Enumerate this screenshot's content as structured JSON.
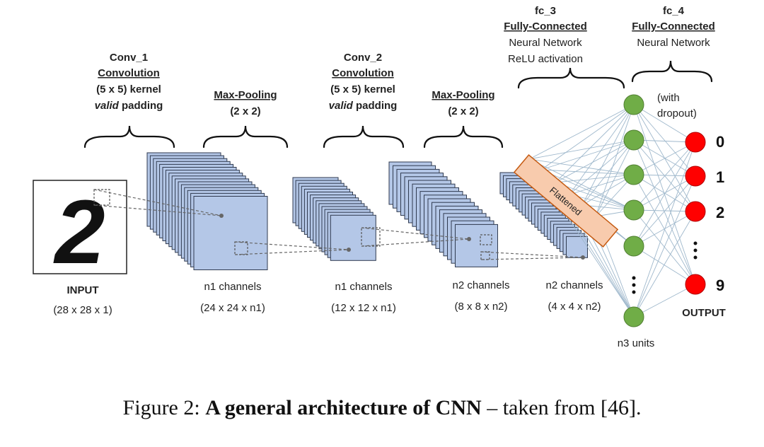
{
  "input": {
    "label": "INPUT",
    "dims": "(28 x 28 x 1)",
    "digit": "2"
  },
  "conv1": {
    "title": "Conv_1",
    "line1": "Convolution",
    "line2": "(5 x 5) kernel",
    "line3_italic": "valid",
    "line3_rest": " padding",
    "channels": "n1 channels",
    "dims": "(24 x 24 x n1)"
  },
  "pool1": {
    "title": "Max-Pooling",
    "size": "(2 x 2)",
    "channels": "n1 channels",
    "dims": "(12 x 12 x n1)"
  },
  "conv2": {
    "title": "Conv_2",
    "line1": "Convolution",
    "line2": "(5 x 5) kernel",
    "line3_italic": "valid",
    "line3_rest": " padding",
    "channels": "n2 channels",
    "dims": "(8 x 8 x n2)"
  },
  "pool2": {
    "title": "Max-Pooling",
    "size": "(2 x 2)",
    "channels": "n2 channels",
    "dims": "(4 x 4 x n2)"
  },
  "flatten": {
    "label": "Flattened"
  },
  "fc3": {
    "title": "fc_3",
    "line1": "Fully-Connected",
    "line2": "Neural Network",
    "line3": "ReLU activation",
    "units": "n3 units"
  },
  "fc4": {
    "title": "fc_4",
    "line1": "Fully-Connected",
    "line2": "Neural Network",
    "dropout_1": "(with",
    "dropout_2": "dropout)"
  },
  "output": {
    "label": "OUTPUT",
    "digits": [
      "0",
      "1",
      "2",
      "9"
    ]
  },
  "caption": {
    "prefix": "Figure 2: ",
    "bold": "A general architecture of CNN",
    "suffix": " – taken from [46]."
  },
  "colors": {
    "feature_map": "#b4c7e7",
    "feature_map_edge": "#2f3a4f",
    "hidden_node": "#70ad47",
    "output_node": "#ff0000",
    "flatten_bar": "#f8cbad",
    "connection": "#9fb8cc"
  }
}
